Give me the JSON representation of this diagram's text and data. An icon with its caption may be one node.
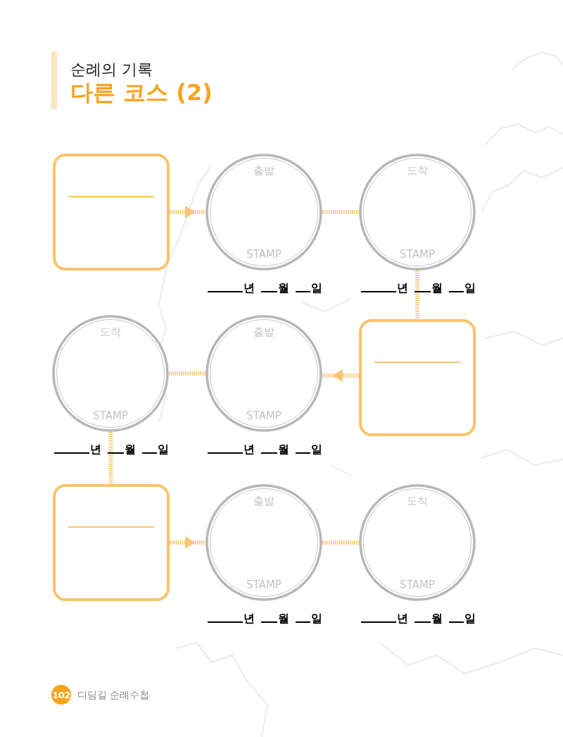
{
  "diagram": {
    "title": "다른 코스 (2)",
    "nodes": [
      {
        "text": [],
        "shape": "box"
      },
      {
        "text": [
          "출발",
          "STAMP"
        ],
        "beside": [
          "년",
          "월",
          "일"
        ]
      },
      {
        "text": [
          "도착",
          "STAMP"
        ],
        "beside": [
          "년",
          "월",
          "일"
        ]
      },
      {
        "text": [
          "도착",
          "STAMP"
        ],
        "beside": [
          "년",
          "월",
          "일"
        ]
      },
      {
        "text": [
          "출발",
          "STAMP"
        ],
        "beside": [
          "년",
          "월",
          "일"
        ]
      },
      {
        "text": [],
        "shape": "box"
      },
      {
        "text": [],
        "shape": "box"
      },
      {
        "text": [
          "출발",
          "STAMP"
        ],
        "beside": [
          "년",
          "월",
          "일"
        ]
      },
      {
        "text": [
          "도착",
          "STAMP"
        ],
        "beside": [
          "년",
          "월",
          "일"
        ]
      }
    ],
    "edges": [
      {
        "from": 0,
        "to": 1,
        "arrow": "to",
        "style": "dashed"
      },
      {
        "from": 1,
        "to": 2,
        "arrow": "none",
        "style": "dashed"
      },
      {
        "from": 2,
        "to": 5,
        "arrow": "none",
        "style": "dashed"
      },
      {
        "from": 5,
        "to": 4,
        "arrow": "to",
        "style": "dashed"
      },
      {
        "from": 4,
        "to": 3,
        "arrow": "none",
        "style": "dashed"
      },
      {
        "from": 3,
        "to": 6,
        "arrow": "none",
        "style": "dashed"
      },
      {
        "from": 6,
        "to": 7,
        "arrow": "to",
        "style": "dashed"
      },
      {
        "from": 7,
        "to": 8,
        "arrow": "none",
        "style": "dashed"
      }
    ],
    "labels": [
      "순례의 기록",
      "102",
      "디딤길 순례수첩"
    ]
  }
}
